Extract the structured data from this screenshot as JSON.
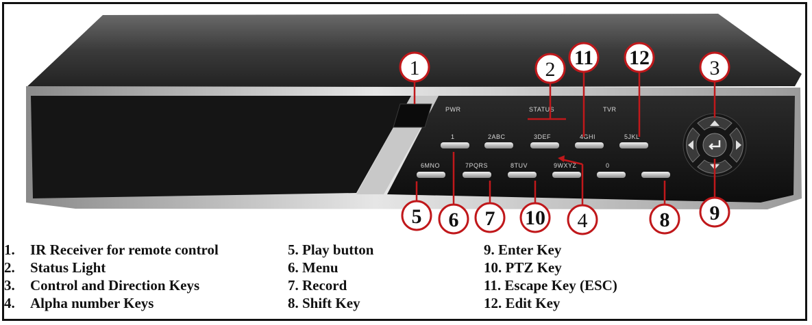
{
  "device": {
    "indicators": {
      "pwr": "PWR",
      "status": "STATUS",
      "tvr": "TVR"
    },
    "row1_keys": [
      "1",
      "2ABC",
      "3DEF",
      "4GHI",
      "5JKL"
    ],
    "row2_keys": [
      "6MNO",
      "7PQRS",
      "8TUV",
      "9WXYZ",
      "0",
      ""
    ]
  },
  "callouts": [
    "1",
    "2",
    "3",
    "4",
    "5",
    "6",
    "7",
    "8",
    "9",
    "10",
    "11",
    "12"
  ],
  "legend": {
    "col1": [
      {
        "num": "1.",
        "text": "IR Receiver for remote control"
      },
      {
        "num": "2.",
        "text": "Status Light"
      },
      {
        "num": "3.",
        "text": "Control and Direction Keys"
      },
      {
        "num": "4.",
        "text": "Alpha number Keys"
      }
    ],
    "col2": [
      "5. Play button",
      "6. Menu",
      "7. Record",
      "8. Shift Key"
    ],
    "col3": [
      "9. Enter Key",
      "10. PTZ Key",
      "11. Escape Key (ESC)",
      "12. Edit Key"
    ]
  },
  "colors": {
    "callout_ring": "#c0181b",
    "body": "#1a1a1a",
    "frame": "#111111"
  }
}
